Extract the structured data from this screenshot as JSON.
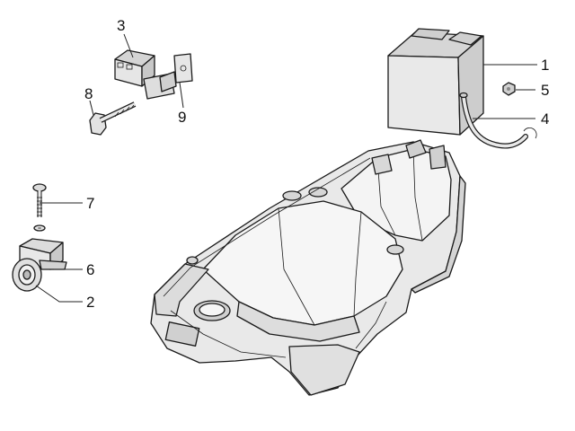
{
  "callouts": [
    {
      "id": "1",
      "label": "1"
    },
    {
      "id": "2",
      "label": "2"
    },
    {
      "id": "3",
      "label": "3"
    },
    {
      "id": "4",
      "label": "4"
    },
    {
      "id": "5",
      "label": "5"
    },
    {
      "id": "6",
      "label": "6"
    },
    {
      "id": "7",
      "label": "7"
    },
    {
      "id": "8",
      "label": "8"
    },
    {
      "id": "9",
      "label": "9"
    }
  ],
  "colors": {
    "background": "#ffffff",
    "part_fill": "#e9e9e9",
    "part_shade": "#c9c9c9",
    "line": "#1a1a1a"
  }
}
